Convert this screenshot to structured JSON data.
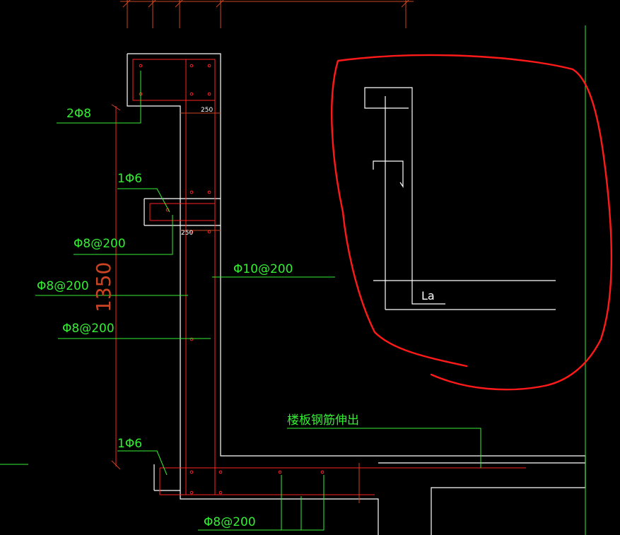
{
  "labels": {
    "top_bars": "2Φ8",
    "stirrup_top": "1Φ6",
    "dist_1": "Φ8@200",
    "dist_2": "Φ8@200",
    "dist_3": "Φ8@200",
    "main_vertical": "Φ10@200",
    "slab_rebar": "楼板钢筋伸出",
    "stirrup_bottom": "1Φ6",
    "bottom_bars": "Φ8@200",
    "height_dim": "1350",
    "width_dim_1": "250",
    "width_dim_2": "250",
    "anchorage": "La"
  },
  "colors": {
    "background": "#000000",
    "concrete_outline": "#ffffff",
    "rebar": "#ff2222",
    "leader": "#33ee33",
    "dimension": "#cc4422",
    "highlight": "#ff1a1a"
  }
}
